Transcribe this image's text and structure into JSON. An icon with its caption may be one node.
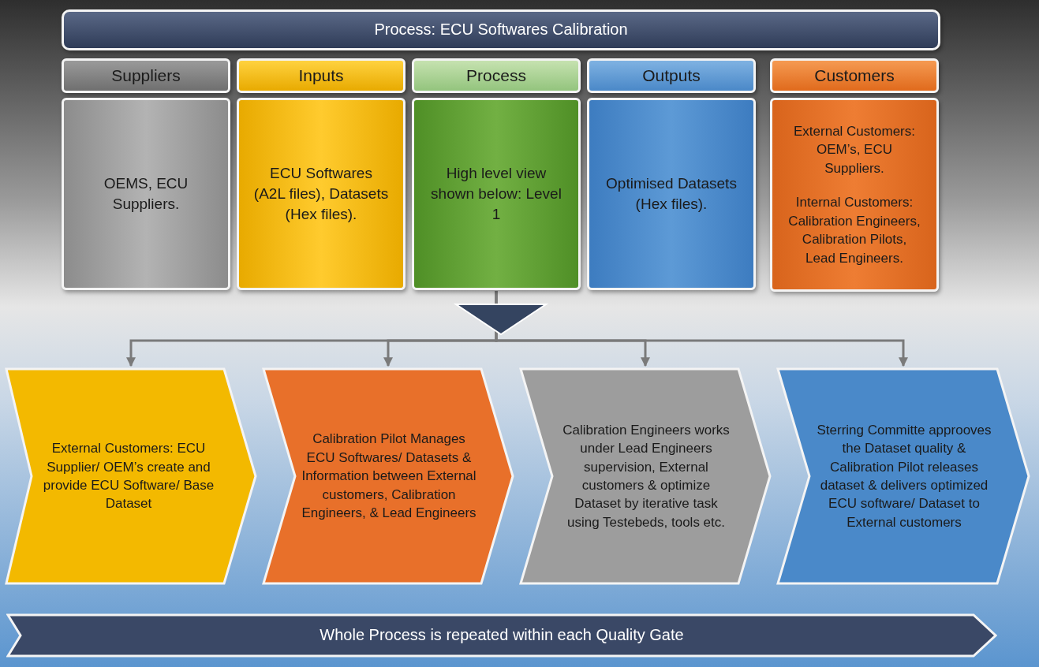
{
  "diagram": {
    "nodes": [
      {
        "text": [
          "Process: ECU Softwares Calibration"
        ]
      },
      {
        "text": [
          "Suppliers"
        ]
      },
      {
        "text": [
          "Inputs"
        ]
      },
      {
        "text": [
          "Process"
        ]
      },
      {
        "text": [
          "Outputs"
        ]
      },
      {
        "text": [
          "Customers"
        ]
      },
      {
        "text": [
          "OEMS, ECU Suppliers."
        ]
      },
      {
        "text": [
          "ECU Softwares (A2L files), Datasets (Hex files)."
        ]
      },
      {
        "text": [
          "High level view shown below: Level 1"
        ]
      },
      {
        "text": [
          "Optimised Datasets (Hex files)."
        ]
      },
      {
        "text": [
          "External Customers: OEM’s, ECU Suppliers.",
          "Internal Customers: Calibration Engineers, Calibration Pilots, Lead Engineers."
        ]
      },
      {
        "text": [
          "External Customers: ECU Supplier/ OEM’s create and provide ECU Software/ Base Dataset"
        ]
      },
      {
        "text": [
          "Calibration Pilot Manages ECU Softwares/ Datasets & Information between External customers, Calibration Engineers, & Lead Engineers"
        ]
      },
      {
        "text": [
          "Calibration Engineers works under Lead Engineers supervision, External customers & optimize Dataset by iterative task using Testebeds, tools etc."
        ]
      },
      {
        "text": [
          "Sterring Committe approoves the Dataset quality & Calibration Pilot releases dataset & delivers optimized ECU software/ Dataset to External customers"
        ]
      },
      {
        "text": [
          "Whole Process is repeated within each Quality Gate"
        ]
      }
    ],
    "edges": [
      {
        "from": 8,
        "to": 11,
        "arrow": "to"
      },
      {
        "from": 8,
        "to": 12,
        "arrow": "to"
      },
      {
        "from": 8,
        "to": 13,
        "arrow": "to"
      },
      {
        "from": 8,
        "to": 14,
        "arrow": "to"
      }
    ]
  }
}
